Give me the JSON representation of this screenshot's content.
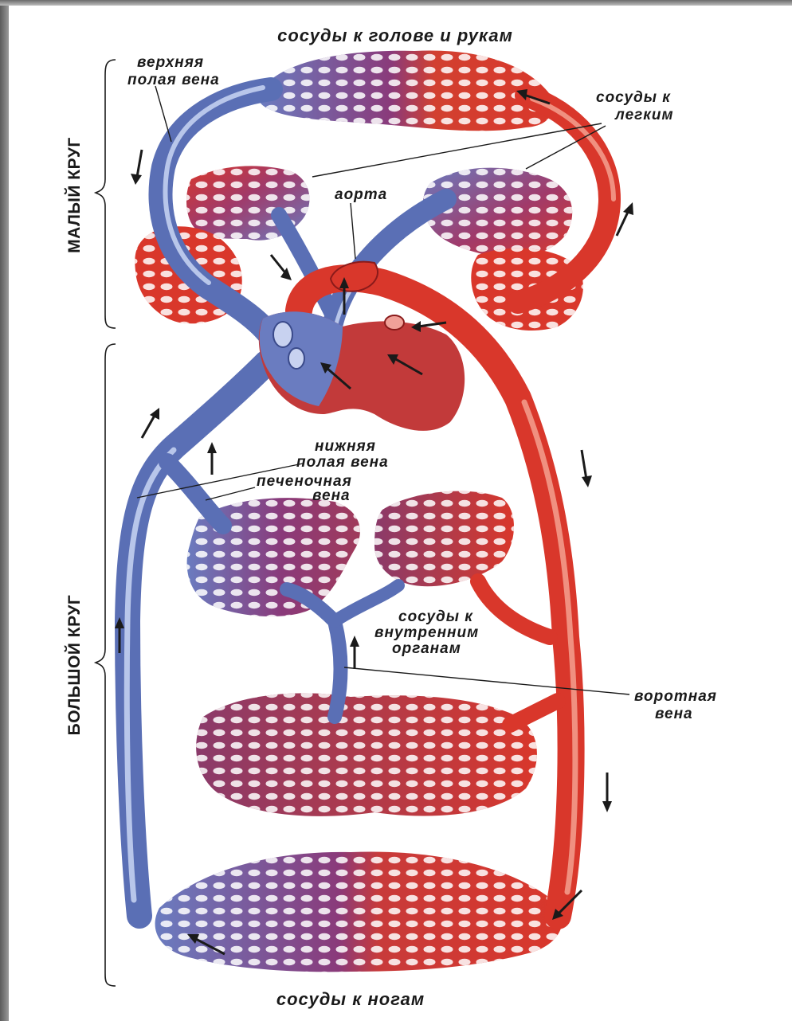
{
  "labels": {
    "head_arms": "сосуды к голове и рукам",
    "superior_vena_cava_1": "верхняя",
    "superior_vena_cava_2": "полая вена",
    "lungs_1": "сосуды к",
    "lungs_2": "легким",
    "aorta": "аорта",
    "inferior_vena_cava_1": "нижняя",
    "inferior_vena_cava_2": "полая вена",
    "hepatic_vein_1": "печеночная",
    "hepatic_vein_2": "вена",
    "internal_organs_1": "сосуды к",
    "internal_organs_2": "внутренним",
    "internal_organs_3": "органам",
    "portal_vein_1": "воротная",
    "portal_vein_2": "вена",
    "legs": "сосуды к ногам",
    "small_circle": "МАЛЫЙ КРУГ",
    "large_circle": "БОЛЬШОЙ КРУГ"
  },
  "colors": {
    "venous": "#5a6fb5",
    "arterial": "#d9372b",
    "mixed": "#8a3a7a"
  }
}
